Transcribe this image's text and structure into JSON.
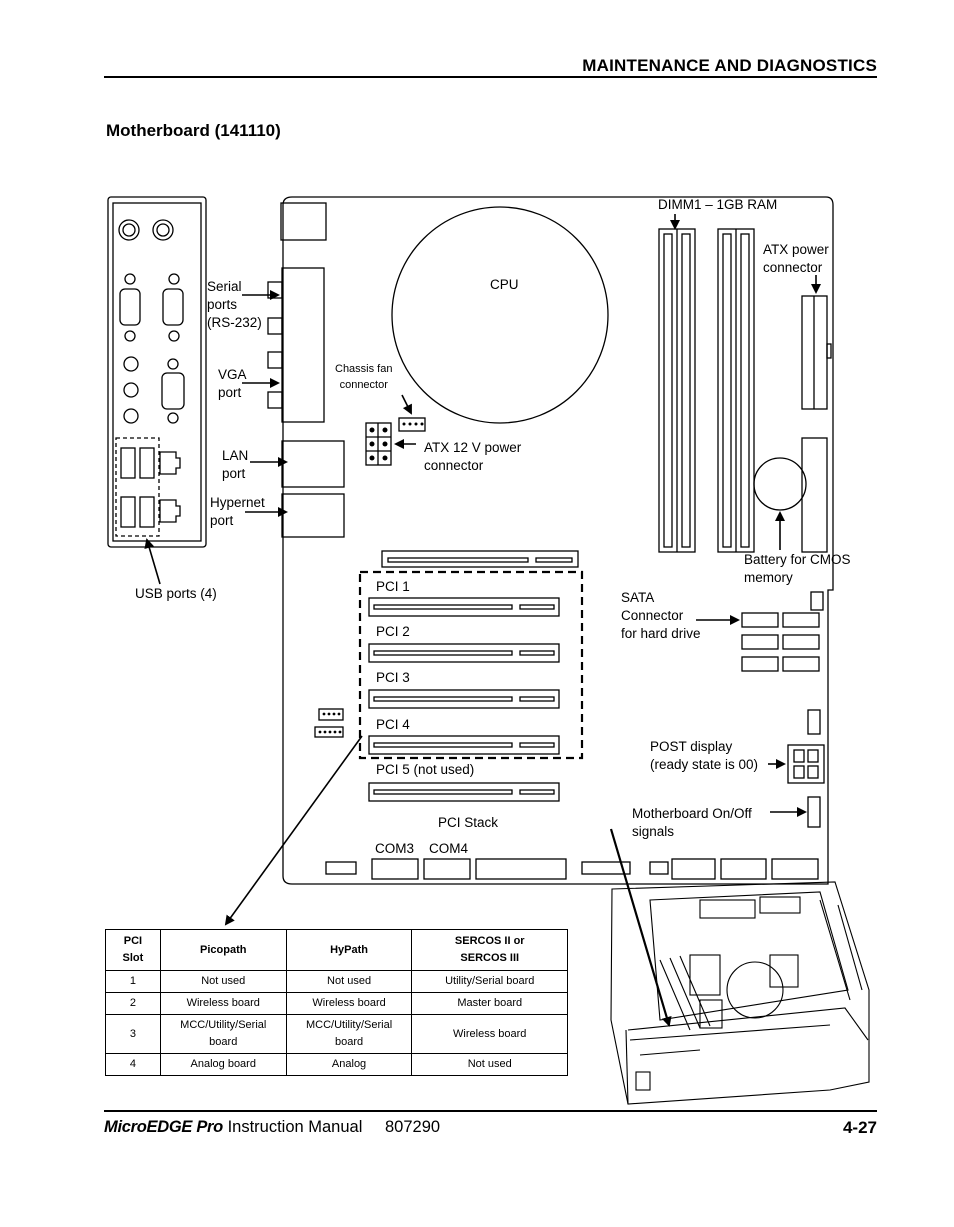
{
  "header": {
    "title": "MAINTENANCE AND DIAGNOSTICS"
  },
  "section": {
    "title": "Motherboard (141110)"
  },
  "labels": {
    "serial": "Serial\nports\n(RS-232)",
    "vga": "VGA\nport",
    "lan": "LAN\nport",
    "hypernet": "Hypernet\nport",
    "usb": "USB ports (4)",
    "cpu": "CPU",
    "chassis_fan": "Chassis fan\nconnector",
    "atx12v": "ATX 12 V power\nconnector",
    "dimm": "DIMM1 – 1GB RAM",
    "atx_power": "ATX power\nconnector",
    "battery": "Battery for CMOS\nmemory",
    "sata": "SATA\nConnector\nfor hard drive",
    "pci1": "PCI 1",
    "pci2": "PCI 2",
    "pci3": "PCI 3",
    "pci4": "PCI 4",
    "pci5": "PCI 5 (not used)",
    "pci_stack": "PCI Stack",
    "post": "POST display\n(ready state is 00)",
    "onoff": "Motherboard On/Off\nsignals",
    "com3": "COM3",
    "com4": "COM4"
  },
  "table": {
    "headers": [
      "PCI\nSlot",
      "Picopath",
      "HyPath",
      "SERCOS II or\nSERCOS III"
    ],
    "rows": [
      [
        "1",
        "Not used",
        "Not used",
        "Utility/Serial board"
      ],
      [
        "2",
        "Wireless board",
        "Wireless board",
        "Master board"
      ],
      [
        "3",
        "MCC/Utility/Serial\nboard",
        "MCC/Utility/Serial\nboard",
        "Wireless board"
      ],
      [
        "4",
        "Analog board",
        "Analog",
        "Not used"
      ]
    ]
  },
  "footer": {
    "brand": "MicroEDGE Pro",
    "manual": "Instruction Manual",
    "part_number": "807290",
    "page": "4-27"
  }
}
